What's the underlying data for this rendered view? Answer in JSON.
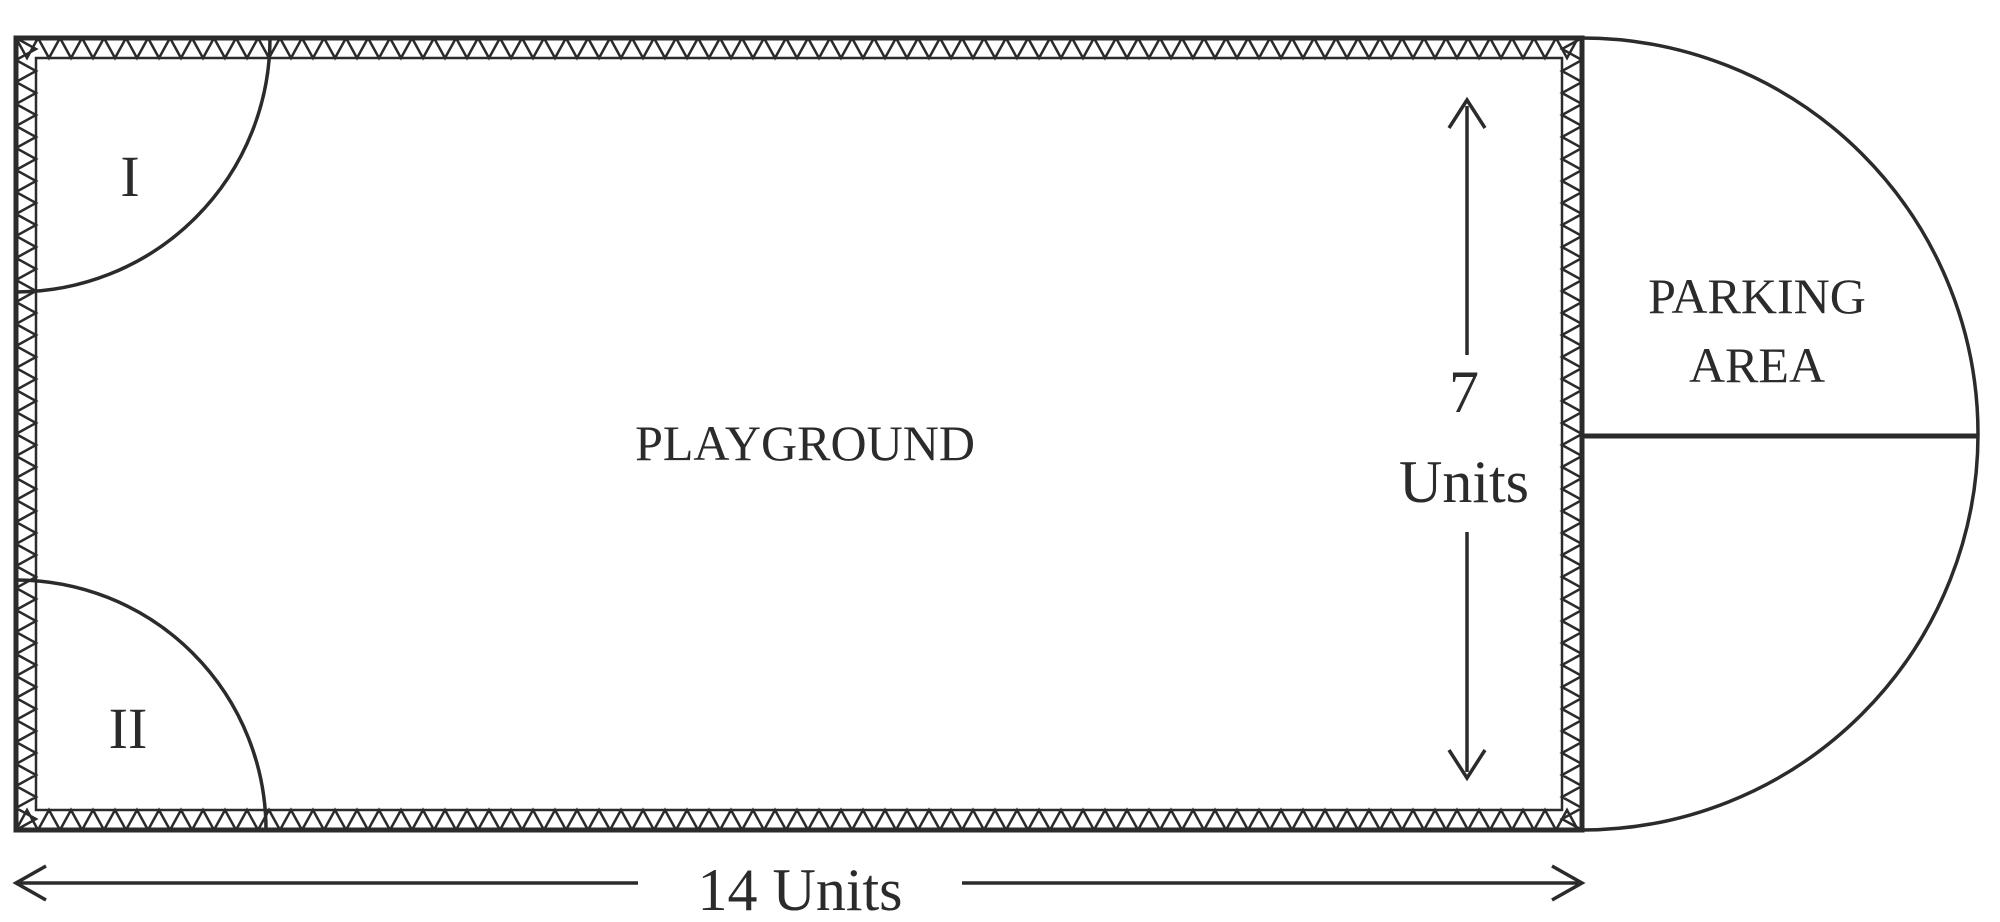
{
  "regions": {
    "playground": "PLAYGROUND",
    "corner_top": "I",
    "corner_bottom": "II",
    "parking_line1": "PARKING",
    "parking_line2": "AREA"
  },
  "dimensions": {
    "height_value": "7",
    "height_unit": "Units",
    "width_label": "14 Units"
  },
  "colors": {
    "ink": "#2b2b2b",
    "background": "#ffffff"
  }
}
